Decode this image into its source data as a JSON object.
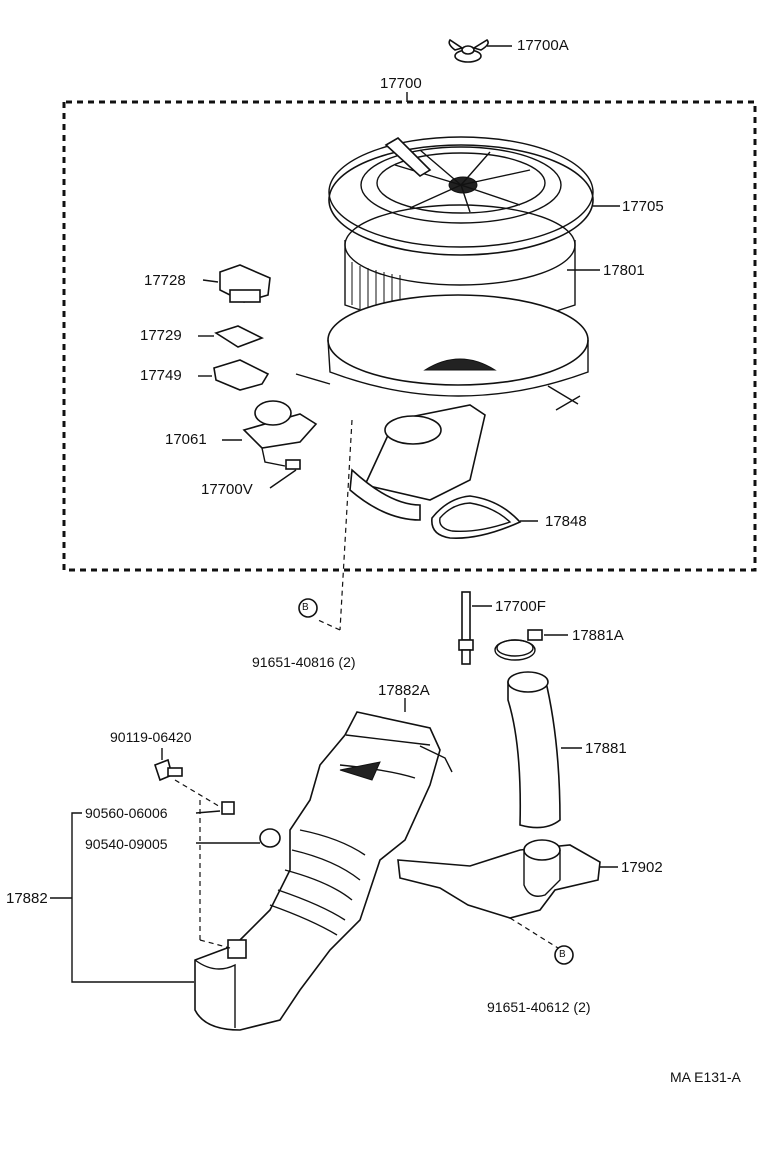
{
  "labels": {
    "wing_nut": "17700A",
    "assembly": "17700",
    "cap": "17705",
    "element": "17801",
    "sensor": "17728",
    "gasket_small": "17729",
    "bracket": "17749",
    "valve": "17061",
    "screw": "17700V",
    "gasket_duct": "17848",
    "stud": "17700F",
    "clamp": "17881A",
    "bolt_b1": "91651-40816 (2)",
    "hose_inlet_top": "17882A",
    "bolt_90119": "90119-06420",
    "collar": "90560-06006",
    "grommet": "90540-09005",
    "hose_inlet": "17882",
    "hose": "17881",
    "bracket_902": "17902",
    "bolt_b2": "91651-40612 (2)",
    "diagram_code": "MA E131-A"
  },
  "markers": {
    "b1": "B",
    "b2": "B"
  }
}
